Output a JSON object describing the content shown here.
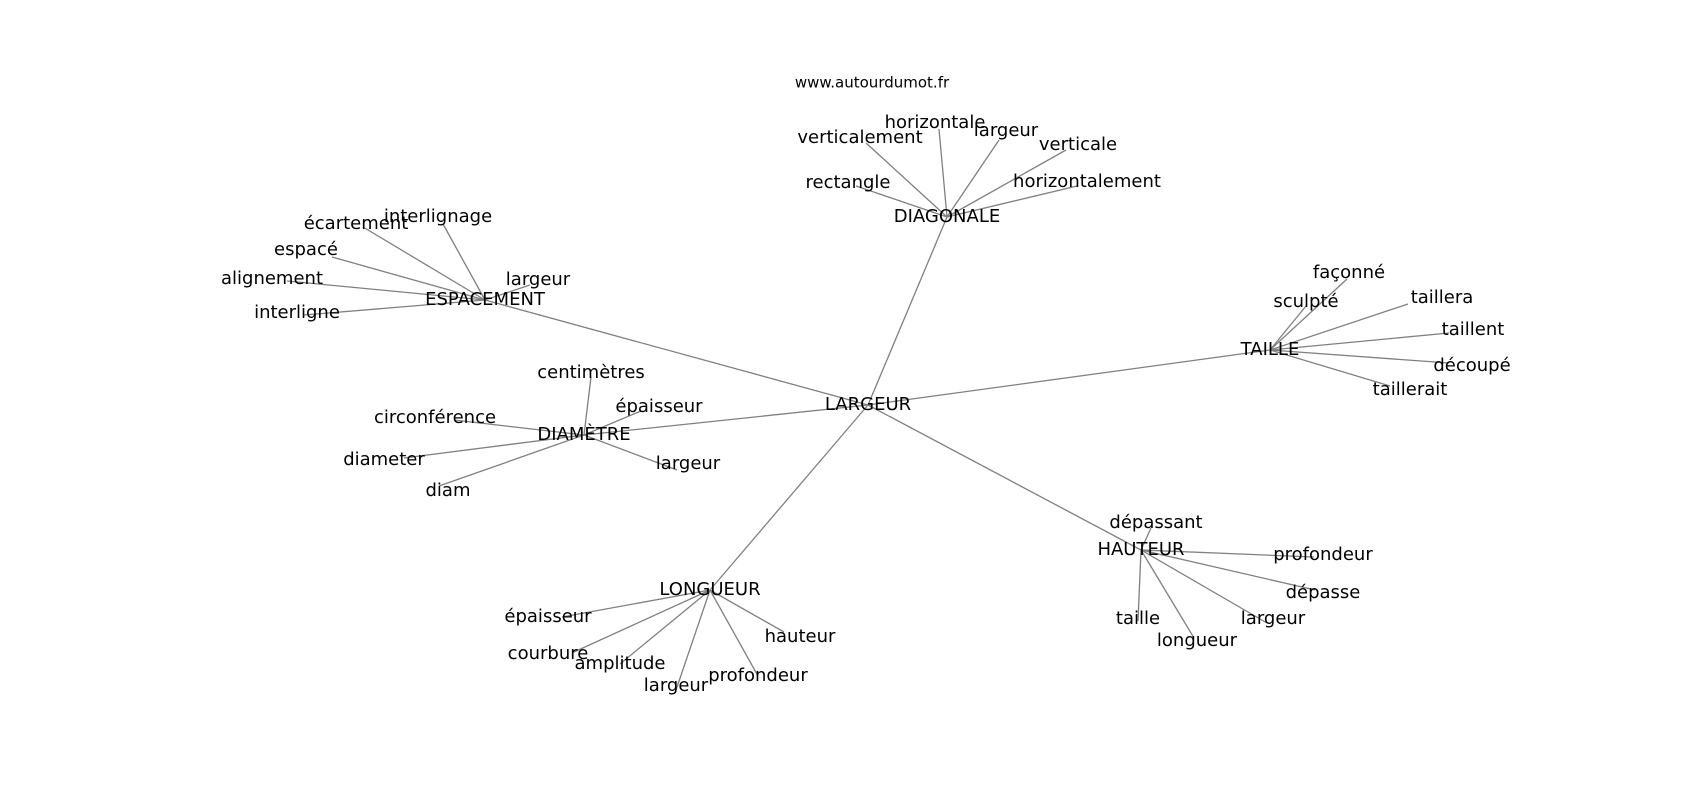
{
  "site": "www.autourdumot.fr",
  "graph": {
    "root": "LARGEUR",
    "hubs": [
      {
        "label": "DIAGONALE",
        "neighbors": [
          "verticalement",
          "horizontale",
          "largeur",
          "verticale",
          "rectangle",
          "horizontalement"
        ]
      },
      {
        "label": "ESPACEMENT",
        "neighbors": [
          "interlignage",
          "écartement",
          "espacé",
          "alignement",
          "interligne",
          "largeur"
        ]
      },
      {
        "label": "TAILLE",
        "neighbors": [
          "façonné",
          "sculpté",
          "taillera",
          "taillent",
          "découpé",
          "taillerait"
        ]
      },
      {
        "label": "DIAMÈTRE",
        "neighbors": [
          "centimètres",
          "épaisseur",
          "circonférence",
          "diameter",
          "diam",
          "largeur"
        ]
      },
      {
        "label": "HAUTEUR",
        "neighbors": [
          "dépassant",
          "profondeur",
          "dépasse",
          "largeur",
          "longueur",
          "taille"
        ]
      },
      {
        "label": "LONGUEUR",
        "neighbors": [
          "épaisseur",
          "courbure",
          "amplitude",
          "largeur",
          "profondeur",
          "hauteur"
        ]
      }
    ]
  }
}
